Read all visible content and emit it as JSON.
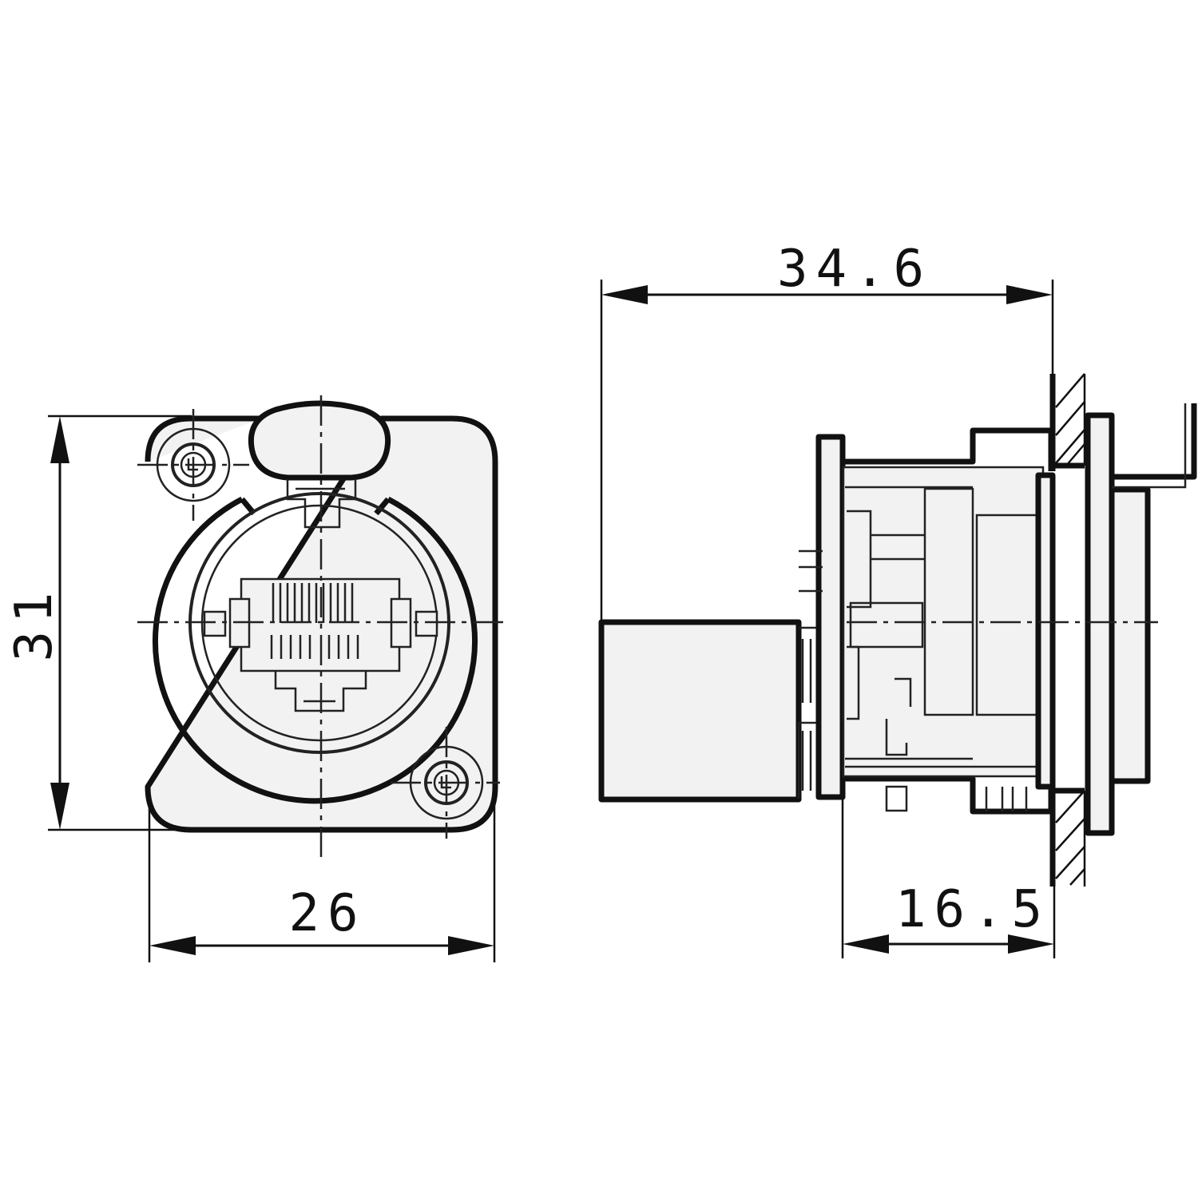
{
  "dimensions": {
    "height_front": "31",
    "width_front": "26",
    "overall_depth": "34.6",
    "depth_behind_panel": "16.5"
  }
}
